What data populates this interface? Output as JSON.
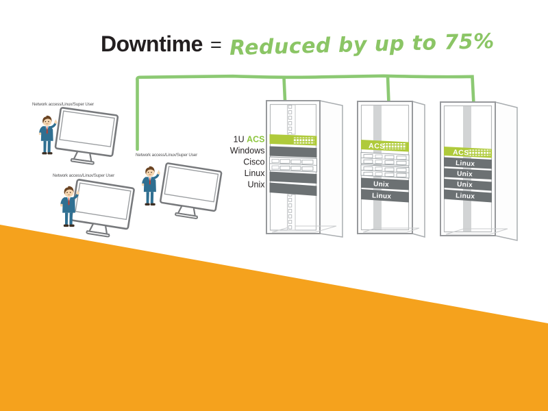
{
  "title": {
    "word": "Downtime",
    "equals": "=",
    "highlight": "Reduced by up to 75%"
  },
  "colors": {
    "highlight_green": "#8BC565",
    "connector_green": "#8CC973",
    "acs_green": "#AFCA3B",
    "unit_gray": "#6C7173",
    "band_orange": "#F5A21D",
    "suit_blue": "#2F6F91",
    "tie_red": "#C43C2C"
  },
  "workstations": [
    {
      "label": "Network access/Linux/Super User"
    },
    {
      "label": "Network access/Linux/Super User"
    },
    {
      "label": "Network access/Linux/Super User"
    }
  ],
  "racks": {
    "rack1": {
      "labels": {
        "unit1_prefix": "1U ",
        "unit1": "ACS",
        "unit2": "Windows",
        "unit3": "Cisco",
        "unit4": "Linux",
        "unit5": "Unix"
      }
    },
    "rack2": {
      "unit1": "ACS",
      "unit4": "Unix",
      "unit5": "Linux"
    },
    "rack3": {
      "unit1": "ACS",
      "unit2": "Linux",
      "unit3": "Unix",
      "unit4": "Unix",
      "unit5": "Linux"
    }
  }
}
